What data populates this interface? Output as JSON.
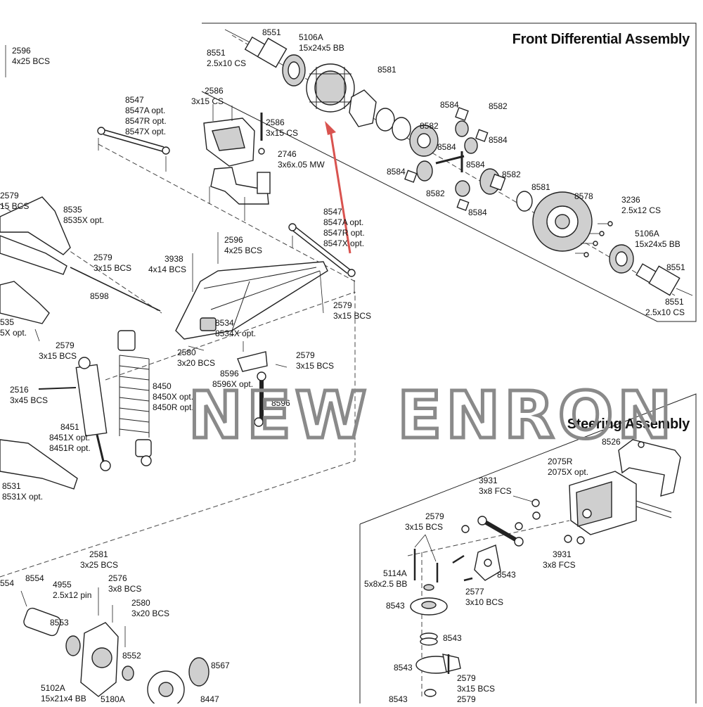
{
  "titles": {
    "front_diff": "Front Differential Assembly",
    "steering": "Steering Assembly"
  },
  "watermark": "NEW ENRON",
  "accent_colors": {
    "arrow": "#d9534f",
    "watermark": "#8a8a8a"
  },
  "labels": {
    "l2596a": "2596",
    "l2596a_s": "4x25 BCS",
    "l8551a": "8551",
    "l8551b": "8551",
    "l8551b_s": "2.5x10 CS",
    "l5106a": "5106A",
    "l5106a_s": "15x24x5 BB",
    "l8581a": "8581",
    "l2586a": "2586",
    "l2586a_s": "3x15 CS",
    "l8547a": "8547",
    "l8547a_1": "8547A opt.",
    "l8547a_2": "8547R opt.",
    "l8547a_3": "8547X opt.",
    "l8584a": "8584",
    "l8582a": "8582",
    "l2586b": "2586",
    "l2586b_s": "3x15 CS",
    "l8582b": "8582",
    "l8584b": "8584",
    "l8584c": "8584",
    "l2746": "2746",
    "l2746_s": "3x6x.05 MW",
    "l8584d": "8584",
    "l8584e": "8584",
    "l8582c": "8582",
    "l8582d": "8582",
    "l8581b": "8581",
    "l8578": "8578",
    "l3236": "3236",
    "l3236_s": "2.5x12 CS",
    "l2579a": "2579",
    "l2579a_s": "15 BCS",
    "l8535": "8535",
    "l8535_s": "8535X opt.",
    "l8547b": "8547",
    "l8547b_1": "8547A opt.",
    "l8547b_2": "8547R opt.",
    "l8547b_3": "8547X opt.",
    "l5106b": "5106A",
    "l5106b_s": "15x24x5 BB",
    "l2596b": "2596",
    "l2596b_s": "4x25 BCS",
    "l2579b": "2579",
    "l2579b_s": "3x15 BCS",
    "l3938": "3938",
    "l3938_s": "4x14 BCS",
    "l8584f": "8584",
    "l8551c": "8551",
    "l8551d": "8551",
    "l8551d_s": "2.5x10 CS",
    "l8598": "8598",
    "l535": "535",
    "l535_s": "5X opt.",
    "l2579c": "2579",
    "l2579c_s": "3x15 BCS",
    "l8534": "8534",
    "l8534_s": "8534X opt.",
    "l2579d": "2579",
    "l2579d_s": "3x15 BCS",
    "l2580a": "2580",
    "l2580a_s": "3x20 BCS",
    "l2579e": "2579",
    "l2579e_s": "3x15 BCS",
    "l8596a": "8596",
    "l8596a_s": "8596X opt.",
    "l2516": "2516",
    "l2516_s": "3x45 BCS",
    "l8450": "8450",
    "l8450_1": "8450X opt.",
    "l8450_2": "8450R opt.",
    "l8596b": "8596",
    "l8451": "8451",
    "l8451_1": "8451X opt.",
    "l8451_2": "8451R opt.",
    "l8526": "8526",
    "l2075r": "2075R",
    "l2075r_s": "2075X opt.",
    "l3931a": "3931",
    "l3931a_s": "3x8 FCS",
    "l8531": "8531",
    "l8531_s": "8531X opt.",
    "l2579f": "2579",
    "l2579f_s": "3x15 BCS",
    "l3931b": "3931",
    "l3931b_s": "3x8 FCS",
    "l2581": "2581",
    "l2581_s": "3x25 BCS",
    "l5114a": "5114A",
    "l5114a_s": "5x8x2.5 BB",
    "l8543a": "8543",
    "l2577": "2577",
    "l2577_s": "3x10 BCS",
    "l554": "554",
    "l8554": "8554",
    "l2576": "2576",
    "l2576_s": "3x8 BCS",
    "l4955": "4955",
    "l4955_s": "2.5x12 pin",
    "l2580b": "2580",
    "l2580b_s": "3x20 BCS",
    "l8543b": "8543",
    "l8553": "8553",
    "l8543c": "8543",
    "l8552": "8552",
    "l8567": "8567",
    "l8543d": "8543",
    "l2579g": "2579",
    "l2579g_s": "3x15 BCS",
    "l5102a": "5102A",
    "l5102a_s": "15x21x4 BB",
    "l5180a": "5180A",
    "l8447": "8447",
    "l8543e": "8543",
    "l2579h": "2579"
  }
}
